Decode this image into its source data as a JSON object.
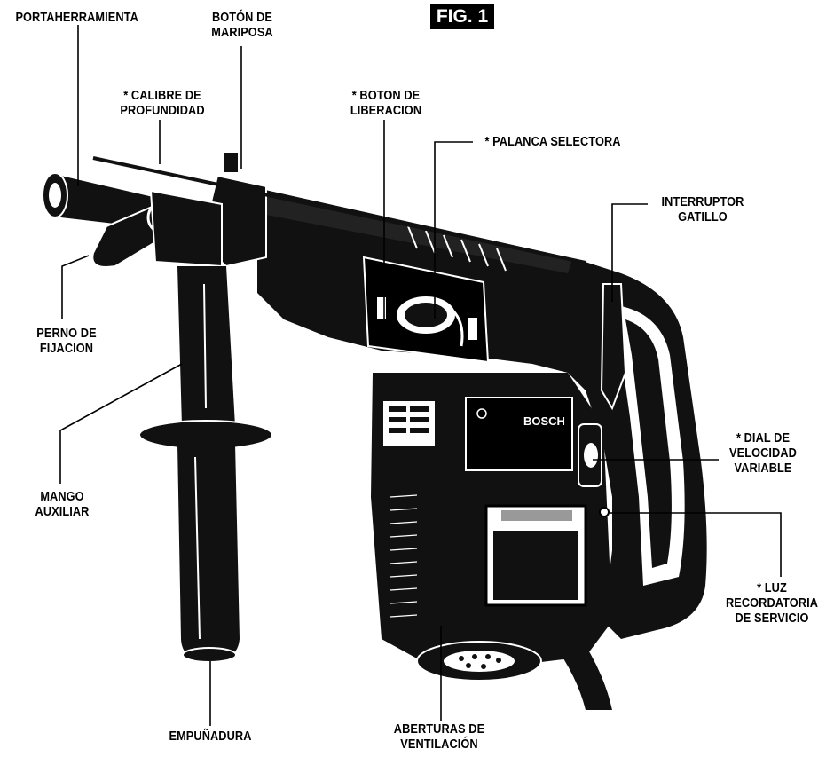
{
  "figure": {
    "title": "FIG. 1",
    "brand": "BOSCH"
  },
  "labels": {
    "tool_holder": "PORTAHERRAMIENTA",
    "wing_button": "BOTÓN DE\nMARIPOSA",
    "depth_gauge": "* CALIBRE DE\nPROFUNDIDAD",
    "release_button": "* BOTON DE\nLIBERACION",
    "selector_lever": "* PALANCA SELECTORA",
    "trigger_switch": "INTERRUPTOR\nGATILLO",
    "clamping_bolt": "PERNO DE\nFIJACION",
    "auxiliary_handle": "MANGO\nAUXILIAR",
    "speed_dial": "* DIAL DE\nVELOCIDAD\nVARIABLE",
    "service_light": "* LUZ\nRECORDATORIA\nDE SERVICIO",
    "grip": "EMPUÑADURA",
    "vents": "ABERTURAS DE\nVENTILACIÓN"
  }
}
